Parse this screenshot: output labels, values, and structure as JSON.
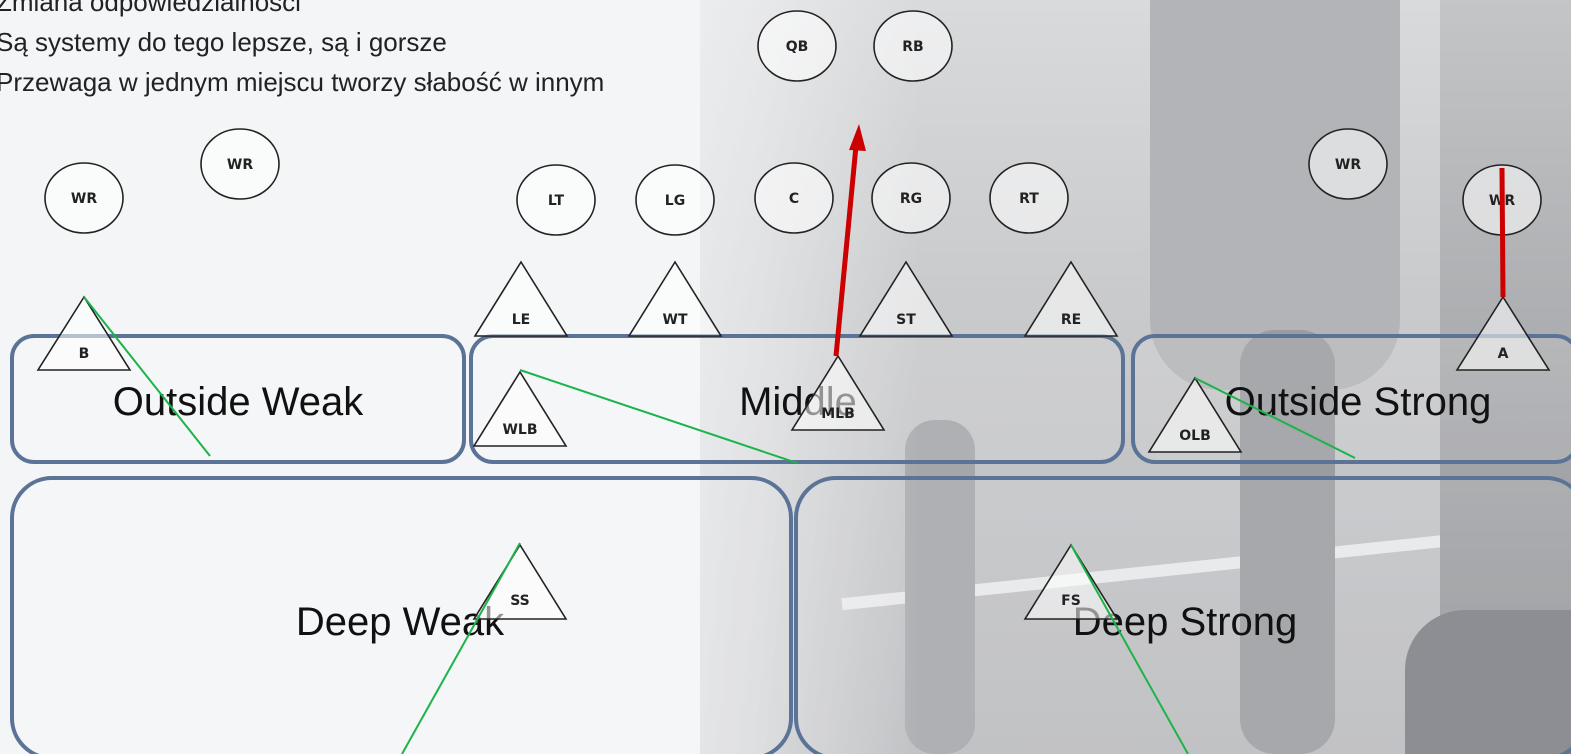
{
  "slide": {
    "bullets": [
      "Zmiana odpowiedzialności",
      "Są systemy do tego lepsze, są i gorsze",
      "Przewaga w jednym miejscu tworzy słabość w innym"
    ]
  },
  "zones": [
    {
      "id": "outside-weak",
      "label": "Outside Weak"
    },
    {
      "id": "middle",
      "label": "Middle"
    },
    {
      "id": "outside-strong",
      "label": "Outside Strong"
    },
    {
      "id": "deep-weak",
      "label": "Deep Weak"
    },
    {
      "id": "deep-strong",
      "label": "Deep Strong"
    }
  ],
  "offense": [
    {
      "id": "qb",
      "label": "QB"
    },
    {
      "id": "rb",
      "label": "RB"
    },
    {
      "id": "wr-1",
      "label": "WR"
    },
    {
      "id": "wr-2",
      "label": "WR"
    },
    {
      "id": "lt",
      "label": "LT"
    },
    {
      "id": "lg",
      "label": "LG"
    },
    {
      "id": "c",
      "label": "C"
    },
    {
      "id": "rg",
      "label": "RG"
    },
    {
      "id": "rt",
      "label": "RT"
    },
    {
      "id": "wr-3",
      "label": "WR"
    },
    {
      "id": "wr-4",
      "label": "WR"
    }
  ],
  "defense": [
    {
      "id": "le",
      "label": "LE"
    },
    {
      "id": "wt",
      "label": "WT"
    },
    {
      "id": "st",
      "label": "ST"
    },
    {
      "id": "re",
      "label": "RE"
    },
    {
      "id": "b",
      "label": "B"
    },
    {
      "id": "a",
      "label": "A"
    },
    {
      "id": "wlb",
      "label": "WLB"
    },
    {
      "id": "mlb",
      "label": "MLB"
    },
    {
      "id": "olb",
      "label": "OLB"
    },
    {
      "id": "ss",
      "label": "SS"
    },
    {
      "id": "fs",
      "label": "FS"
    }
  ],
  "colors": {
    "zone_border": "#5b7396",
    "coverage_line": "#1bb34a",
    "route_arrow": "#cc0000"
  }
}
